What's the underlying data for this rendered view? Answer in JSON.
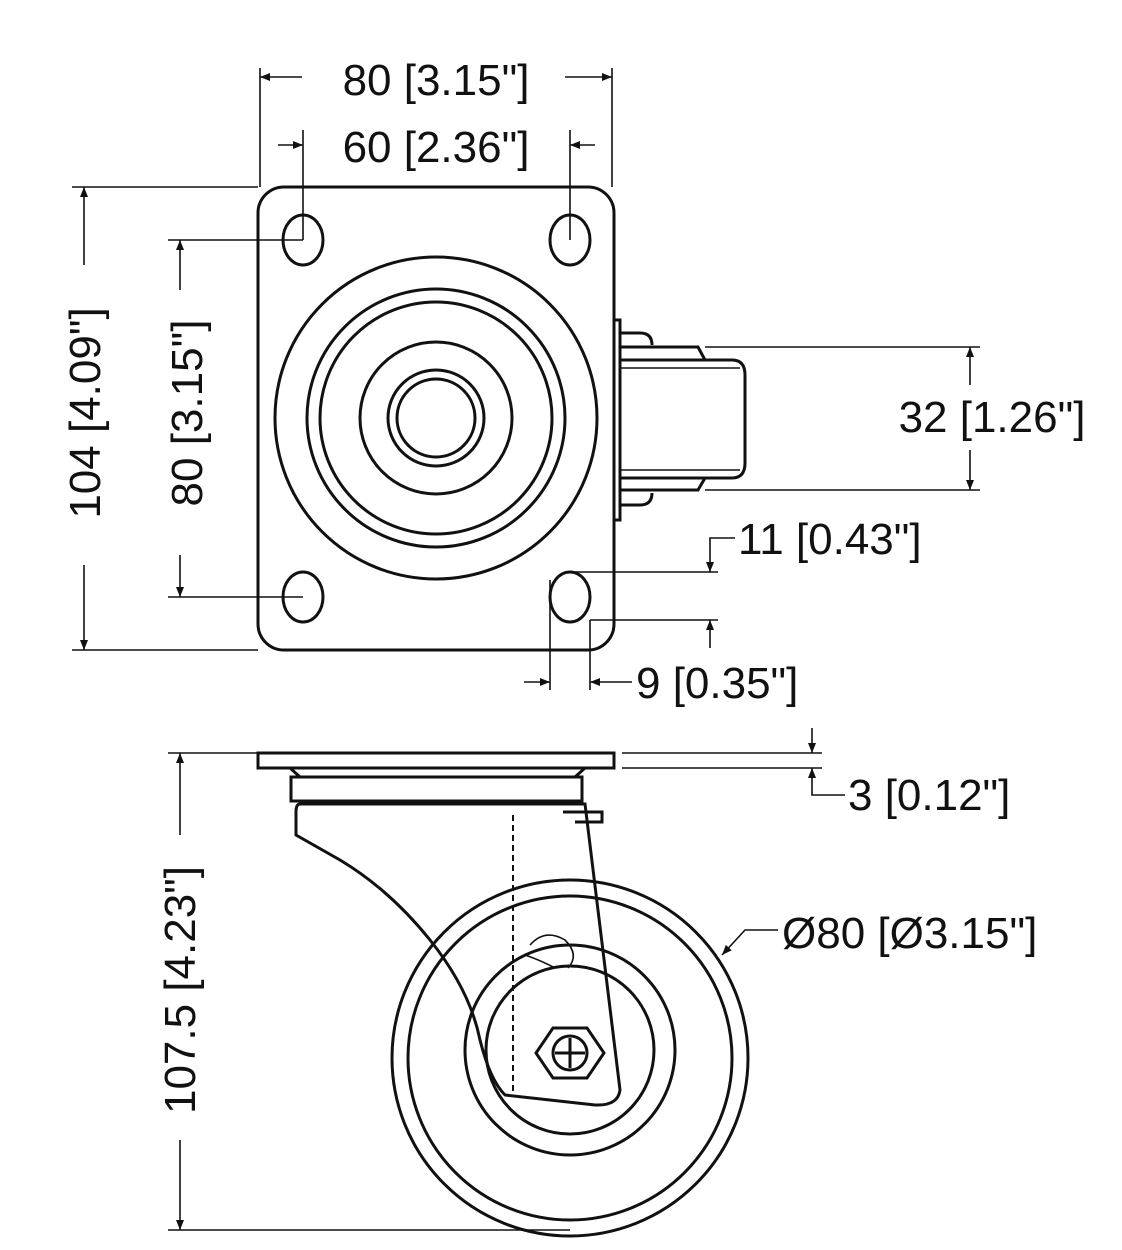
{
  "title": "Swivel caster dimension drawing",
  "dimensions": {
    "plate_width": "80 [3.15\"]",
    "hole_spacing_width": "60 [2.36\"]",
    "plate_length": "104 [4.09\"]",
    "hole_spacing_length": "80 [3.15\"]",
    "wheel_width": "32 [1.26\"]",
    "slot_length": "11 [0.43\"]",
    "slot_width": "9 [0.35\"]",
    "plate_thickness": "3 [0.12\"]",
    "overall_height": "107.5 [4.23\"]",
    "wheel_diameter": "Ø80 [Ø3.15\"]"
  },
  "colors": {
    "line": "#111111",
    "background": "#ffffff"
  }
}
